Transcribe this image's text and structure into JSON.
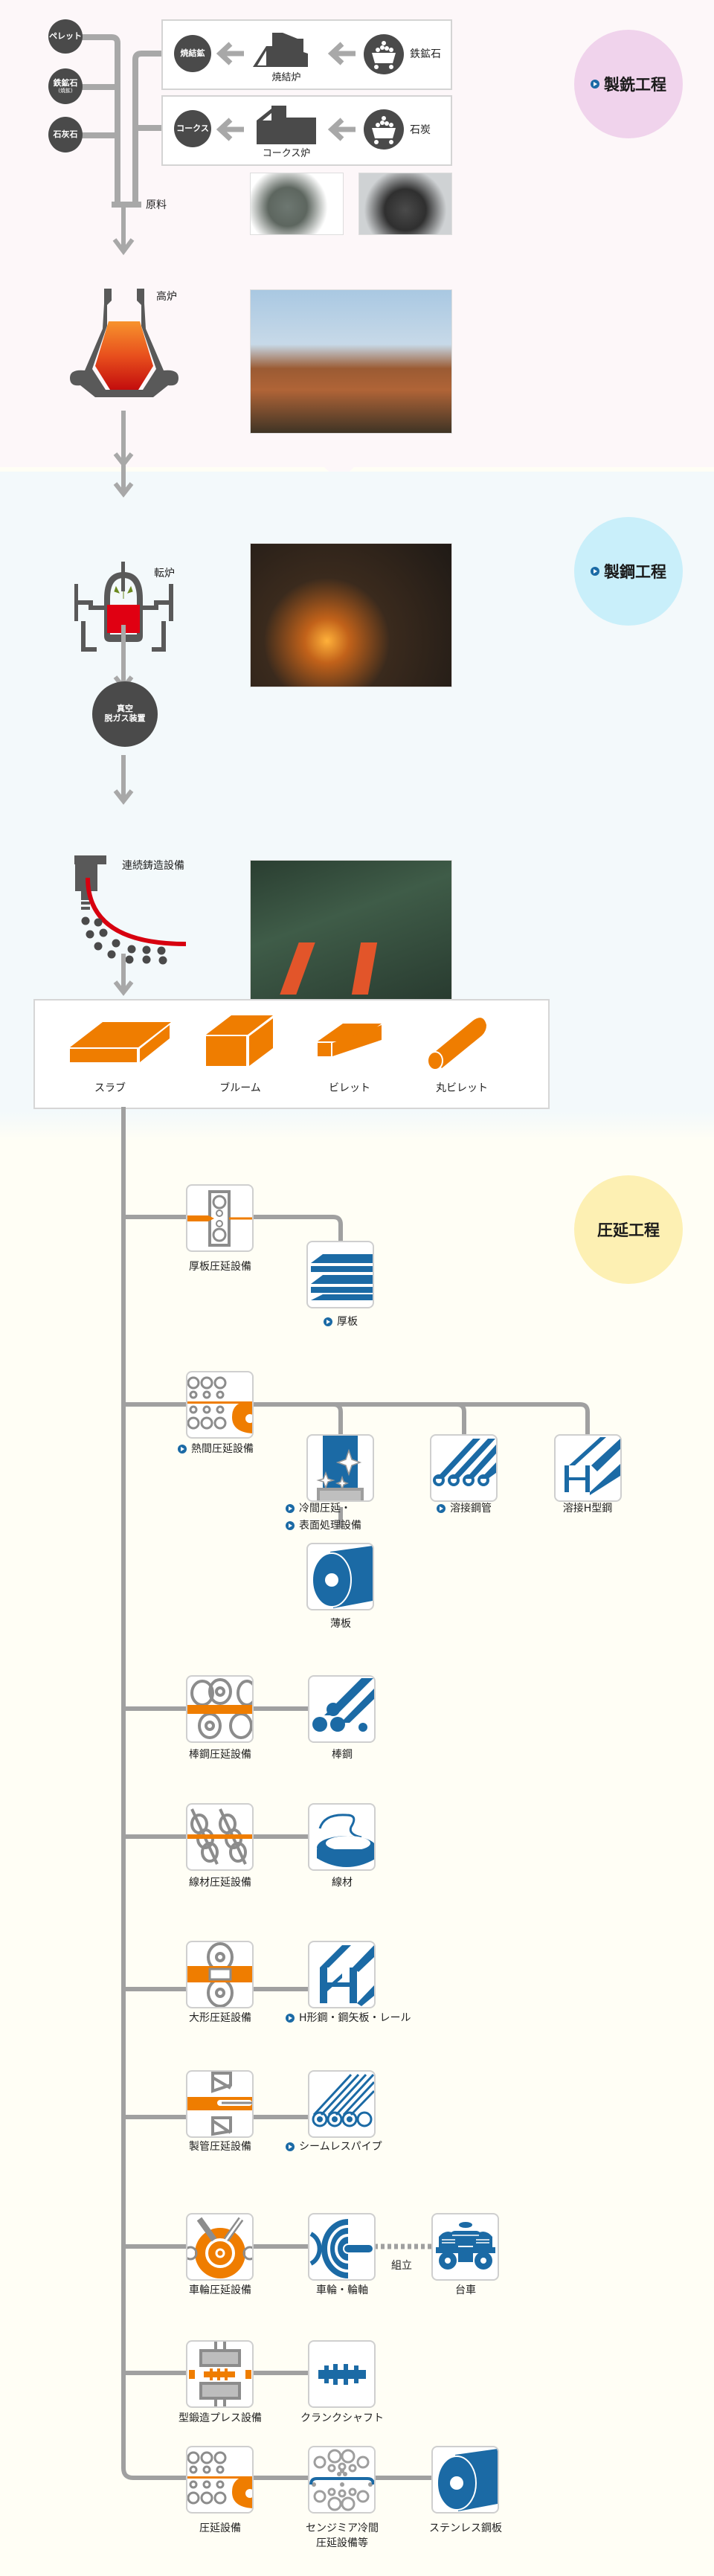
{
  "sections": {
    "ironmaking": {
      "label": "製銑工程",
      "color": "#f0d3ec",
      "linked": true
    },
    "steelmaking": {
      "label": "製鋼工程",
      "color": "#c9effa",
      "linked": true
    },
    "rolling": {
      "label": "圧延工程",
      "color": "#fdf0b3",
      "linked": false
    }
  },
  "raw_materials": {
    "inputs": [
      {
        "label": "ペレット",
        "sub": ""
      },
      {
        "label": "鉄鉱石",
        "sub": "(焼鉱)"
      },
      {
        "label": "石灰石",
        "sub": ""
      }
    ],
    "sinter_line": {
      "product": "焼結鉱",
      "furnace": "焼結炉",
      "source": "鉄鉱石"
    },
    "coke_line": {
      "product": "コークス",
      "furnace": "コークス炉",
      "source": "石炭"
    },
    "label": "原料",
    "photos": [
      "sinter-ore-photo",
      "coke-photo"
    ]
  },
  "blast_furnace": {
    "label": "高炉",
    "photo": "blast-furnace-photo"
  },
  "converter": {
    "label": "転炉",
    "photo": "converter-photo"
  },
  "vacuum_degassing": {
    "line1": "真空",
    "line2": "脱ガス装置"
  },
  "continuous_casting": {
    "label": "連続鋳造設備",
    "photo": "continuous-casting-photo"
  },
  "semi_products": [
    "スラブ",
    "ブルーム",
    "ビレット",
    "丸ビレット"
  ],
  "rolling_rows": [
    {
      "equipment": "厚板圧延設備",
      "equipment_linked": false,
      "products": [
        {
          "label": "厚板",
          "linked": true
        }
      ]
    },
    {
      "equipment": "熱間圧延設備",
      "equipment_linked": true,
      "products": [
        {
          "label": "冷間圧延・",
          "label2": "表面処理設備",
          "linked": true,
          "sub_product": "薄板"
        },
        {
          "label": "溶接鋼管",
          "linked": true
        },
        {
          "label": "溶接H型鋼",
          "linked": false
        }
      ]
    },
    {
      "equipment": "棒鋼圧延設備",
      "equipment_linked": false,
      "products": [
        {
          "label": "棒鋼",
          "linked": false
        }
      ]
    },
    {
      "equipment": "線材圧延設備",
      "equipment_linked": false,
      "products": [
        {
          "label": "線材",
          "linked": false
        }
      ]
    },
    {
      "equipment": "大形圧延設備",
      "equipment_linked": false,
      "products": [
        {
          "label": "H形鋼・鋼矢板・レール",
          "linked": true
        }
      ]
    },
    {
      "equipment": "製管圧延設備",
      "equipment_linked": false,
      "products": [
        {
          "label": "シームレスパイプ",
          "linked": true
        }
      ]
    },
    {
      "equipment": "車輪圧延設備",
      "equipment_linked": false,
      "products": [
        {
          "label": "車輪・輪軸",
          "linked": false
        },
        {
          "label": "台車",
          "linked": false
        }
      ],
      "connector_label": "組立"
    },
    {
      "equipment": "型鍛造プレス設備",
      "equipment_linked": false,
      "products": [
        {
          "label": "クランクシャフト",
          "linked": false
        }
      ]
    },
    {
      "equipment": "圧延設備",
      "equipment_linked": false,
      "products": [
        {
          "label": "センジミア冷間",
          "label2": "圧延設備等",
          "linked": false
        },
        {
          "label": "ステンレス鋼板",
          "linked": false
        }
      ]
    }
  ],
  "colors": {
    "blue": "#1b6aa5",
    "orange": "#ef7d00",
    "gray": "#9e9e9e",
    "dark": "#4a4a4a",
    "red": "#d7000f"
  }
}
